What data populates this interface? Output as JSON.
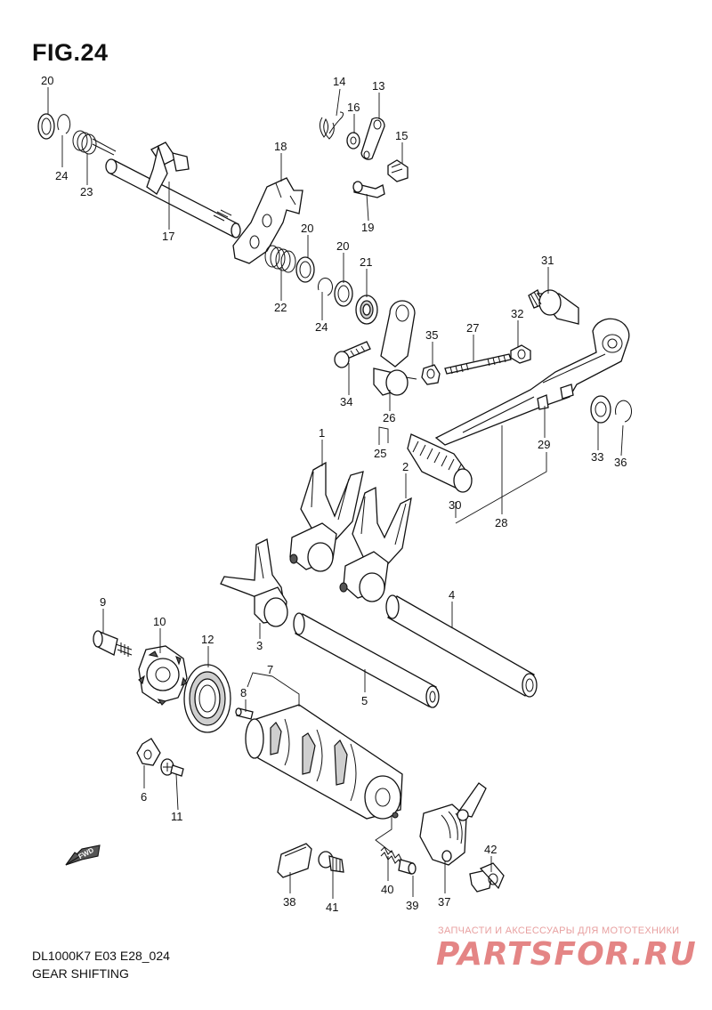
{
  "figure": {
    "title": "FIG.24"
  },
  "footer": {
    "model_code": "DL1000K7 E03 E28_024",
    "section_name": "GEAR SHIFTING"
  },
  "direction_marker": "FWD",
  "watermark": {
    "tagline": "ЗАПЧАСТИ И АКСЕССУАРЫ ДЛЯ МОТОТЕХНИКИ",
    "brand": "PARTSFOR.RU"
  },
  "part_labels": {
    "p20a": "20",
    "p24a": "24",
    "p23": "23",
    "p17": "17",
    "p14": "14",
    "p16": "16",
    "p13": "13",
    "p15": "15",
    "p19": "19",
    "p18": "18",
    "p20b": "20",
    "p20c": "20",
    "p21": "21",
    "p22": "22",
    "p24b": "24",
    "p31": "31",
    "p32": "32",
    "p27": "27",
    "p35": "35",
    "p34": "34",
    "p26": "26",
    "p25": "25",
    "p33": "33",
    "p36": "36",
    "p29": "29",
    "p30": "30",
    "p28": "28",
    "p1": "1",
    "p2": "2",
    "p3": "3",
    "p4": "4",
    "p5": "5",
    "p9": "9",
    "p10": "10",
    "p12": "12",
    "p8": "8",
    "p7": "7",
    "p6": "6",
    "p11": "11",
    "p38": "38",
    "p41": "41",
    "p40": "40",
    "p39": "39",
    "p37": "37",
    "p42": "42"
  }
}
